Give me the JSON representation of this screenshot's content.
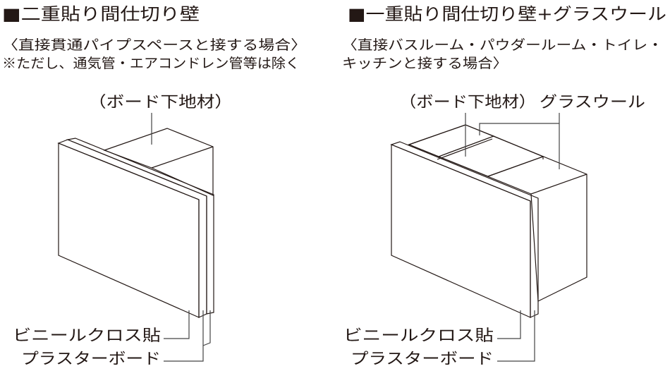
{
  "left_panel": {
    "title": "■二重貼り間仕切り壁",
    "subtitle_1": "〈直接貫通パイプスペースと接する場合〉",
    "subtitle_2": "※ただし、通気管・エアコンドレン管等は除く",
    "callout_substrate": "（ボード下地材）",
    "label_vinyl_cloth": "ビニールクロス貼",
    "label_plaster_board": "プラスターボード"
  },
  "right_panel": {
    "title": "■一重貼り間仕切り壁+グラスウール",
    "subtitle_1": "〈直接バスルーム・パウダールーム・トイレ・",
    "subtitle_2": "キッチンと接する場合〉",
    "callout_substrate": "（ボード下地材）",
    "callout_glass_wool": "グラスウール",
    "label_vinyl_cloth": "ビニールクロス貼",
    "label_plaster_board": "プラスターボード"
  },
  "colors": {
    "board_face": "#d3e9f8",
    "board_edge": "#e0e6c8",
    "substrate": "#e3cfdb",
    "glass_wool": "#eed89c",
    "line": "#231815"
  }
}
